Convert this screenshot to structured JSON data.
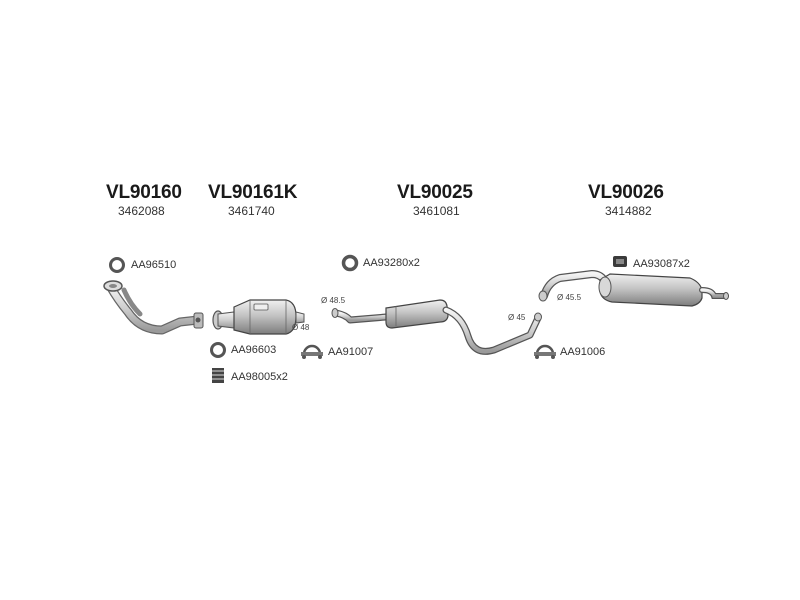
{
  "assemblies": [
    {
      "code": "VL90160",
      "oem": "3462088"
    },
    {
      "code": "VL90161K",
      "oem": "3461740"
    },
    {
      "code": "VL90025",
      "oem": "3461081"
    },
    {
      "code": "VL90026",
      "oem": "3414882"
    }
  ],
  "accessories": {
    "gasket_front_pipe": "AA96510",
    "gasket_catalyst": "AA96603",
    "spring": "AA98005x2",
    "clamp_1": "AA91007",
    "ring_middle": "AA93280x2",
    "clamp_2": "AA91006",
    "rubber_mount": "AA93087x2"
  },
  "dimensions": {
    "cat_outlet": "Ø 48",
    "middle_inlet": "Ø 48.5",
    "middle_outlet": "Ø 45",
    "rear_inlet": "Ø 45.5"
  }
}
